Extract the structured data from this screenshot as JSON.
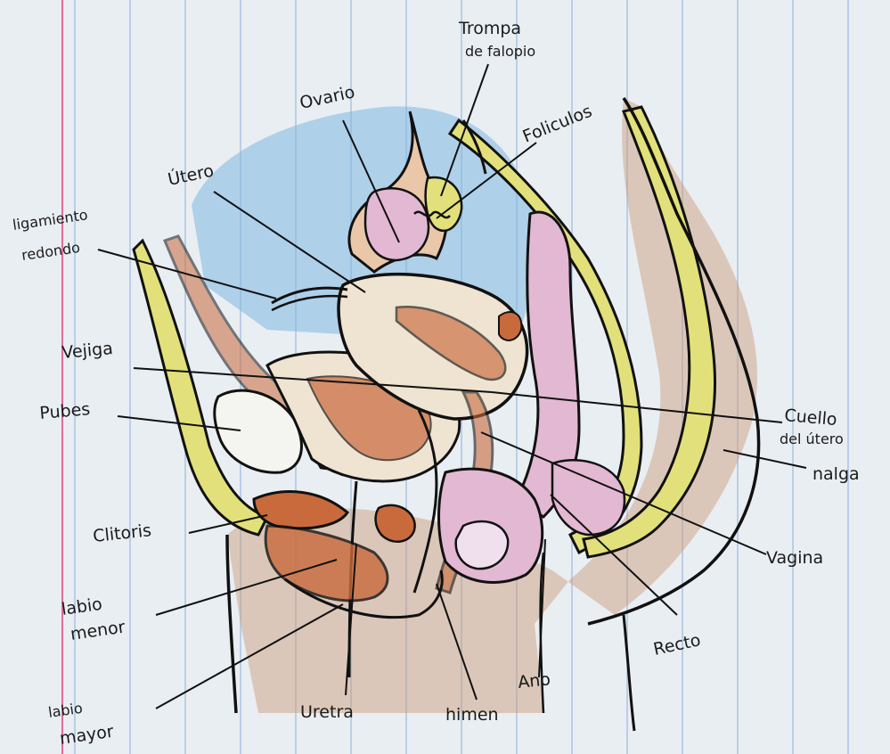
{
  "labels": {
    "trompa_1": "Trompa",
    "trompa_2": "de falopio",
    "ovario": "Ovario",
    "foliculos": "Foliculos",
    "utero": "Útero",
    "ligamento_1": "ligamiento",
    "ligamento_2": "redondo",
    "vejiga": "Vejiga",
    "pubes": "Pubes",
    "cuello_1": "Cuello",
    "cuello_2": "del útero",
    "nalga": "nalga",
    "clitoris": "Clitoris",
    "vagina": "Vagina",
    "labio_menor_1": "labio",
    "labio_menor_2": "menor",
    "recto": "Recto",
    "ano": "Ano",
    "labio_mayor_1": "labio",
    "labio_mayor_2": "mayor",
    "uretra": "Uretra",
    "himen": "himen"
  },
  "colors": {
    "paper": "#e9eef3",
    "ruled_line": "#8fb3d9",
    "margin_line": "#e06a9a",
    "ink": "#111111",
    "skin_brown": "#c99673",
    "tissue_orange": "#c96a3c",
    "fat_yellow": "#e2e07a",
    "water_blue": "#7fb8e0",
    "pink": "#e2b8d2",
    "cream": "#efe3d2"
  }
}
